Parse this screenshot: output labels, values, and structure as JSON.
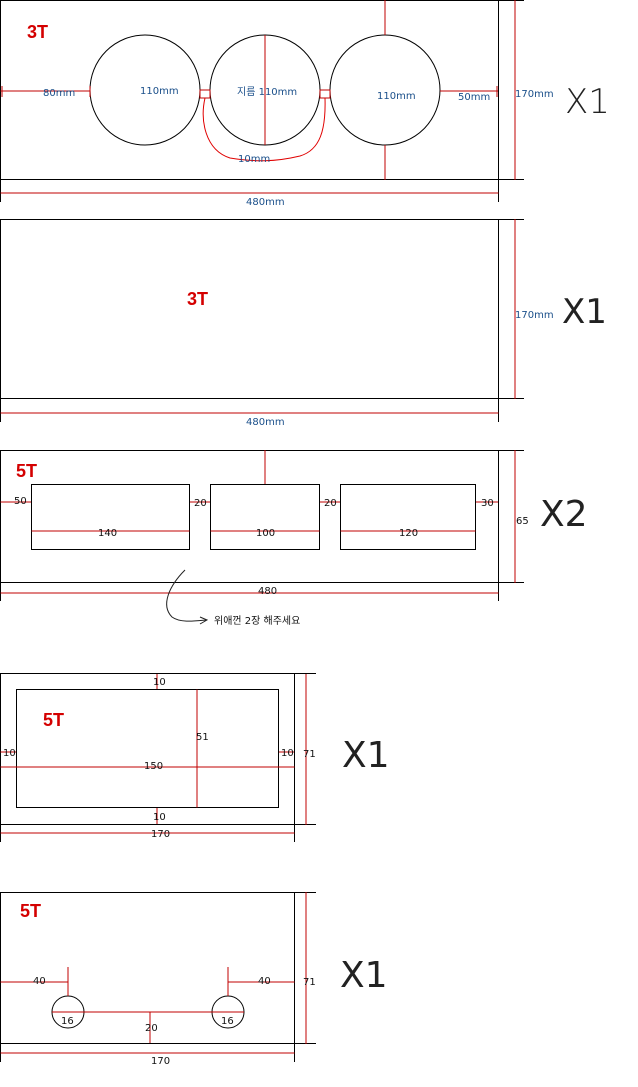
{
  "panels": [
    {
      "thickness": "3T",
      "holes": [
        "110mm",
        "지름 110mm",
        "110mm"
      ],
      "left_margin": "80mm",
      "right_margin": "50mm",
      "gap_note": "10mm",
      "height": "170mm",
      "width": "480mm",
      "quantity": "X1"
    },
    {
      "thickness": "3T",
      "height": "170mm",
      "width": "480mm",
      "quantity": "X1"
    },
    {
      "thickness": "5T",
      "cutouts": [
        "140",
        "100",
        "120"
      ],
      "left_margin": "50",
      "gap_1": "20",
      "gap_2": "20",
      "right_margin": "30",
      "height": "65",
      "width": "480",
      "note": "위애껀 2장 해주세요",
      "quantity": "X2"
    },
    {
      "thickness": "5T",
      "top_margin": "10",
      "bottom_margin": "10",
      "left_margin": "10",
      "right_margin": "10",
      "inner_height": "51",
      "inner_width": "150",
      "height": "71",
      "width": "170",
      "quantity": "X1"
    },
    {
      "thickness": "5T",
      "left_offset": "40",
      "right_offset": "40",
      "hole_left": "16",
      "hole_right": "16",
      "hole_spacing": "20",
      "height": "71",
      "width": "170",
      "quantity": "X1"
    }
  ],
  "colors": {
    "outline": "#000000",
    "dimension_line": "#c00000",
    "dimension_text": "#1a4f8a",
    "thickness_label": "#d40000",
    "handwriting": "#222222"
  }
}
